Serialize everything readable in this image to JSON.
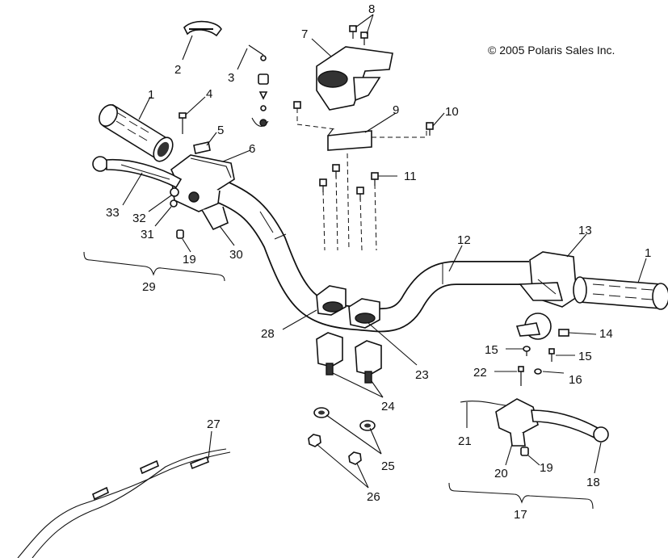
{
  "copyright": "© 2005 Polaris Sales Inc.",
  "callouts": [
    {
      "id": "c1a",
      "label": "1"
    },
    {
      "id": "c2",
      "label": "2"
    },
    {
      "id": "c3",
      "label": "3"
    },
    {
      "id": "c4",
      "label": "4"
    },
    {
      "id": "c5",
      "label": "5"
    },
    {
      "id": "c6",
      "label": "6"
    },
    {
      "id": "c7",
      "label": "7"
    },
    {
      "id": "c8",
      "label": "8"
    },
    {
      "id": "c9",
      "label": "9"
    },
    {
      "id": "c10",
      "label": "10"
    },
    {
      "id": "c11",
      "label": "11"
    },
    {
      "id": "c12",
      "label": "12"
    },
    {
      "id": "c13",
      "label": "13"
    },
    {
      "id": "c1b",
      "label": "1"
    },
    {
      "id": "c14",
      "label": "14"
    },
    {
      "id": "c15a",
      "label": "15"
    },
    {
      "id": "c15b",
      "label": "15"
    },
    {
      "id": "c16",
      "label": "16"
    },
    {
      "id": "c22",
      "label": "22"
    },
    {
      "id": "c21",
      "label": "21"
    },
    {
      "id": "c20",
      "label": "20"
    },
    {
      "id": "c19b",
      "label": "19"
    },
    {
      "id": "c18",
      "label": "18"
    },
    {
      "id": "c17",
      "label": "17"
    },
    {
      "id": "c33",
      "label": "33"
    },
    {
      "id": "c32",
      "label": "32"
    },
    {
      "id": "c31",
      "label": "31"
    },
    {
      "id": "c19a",
      "label": "19"
    },
    {
      "id": "c30",
      "label": "30"
    },
    {
      "id": "c29",
      "label": "29"
    },
    {
      "id": "c28",
      "label": "28"
    },
    {
      "id": "c23",
      "label": "23"
    },
    {
      "id": "c24",
      "label": "24"
    },
    {
      "id": "c25",
      "label": "25"
    },
    {
      "id": "c26",
      "label": "26"
    },
    {
      "id": "c27",
      "label": "27"
    }
  ]
}
